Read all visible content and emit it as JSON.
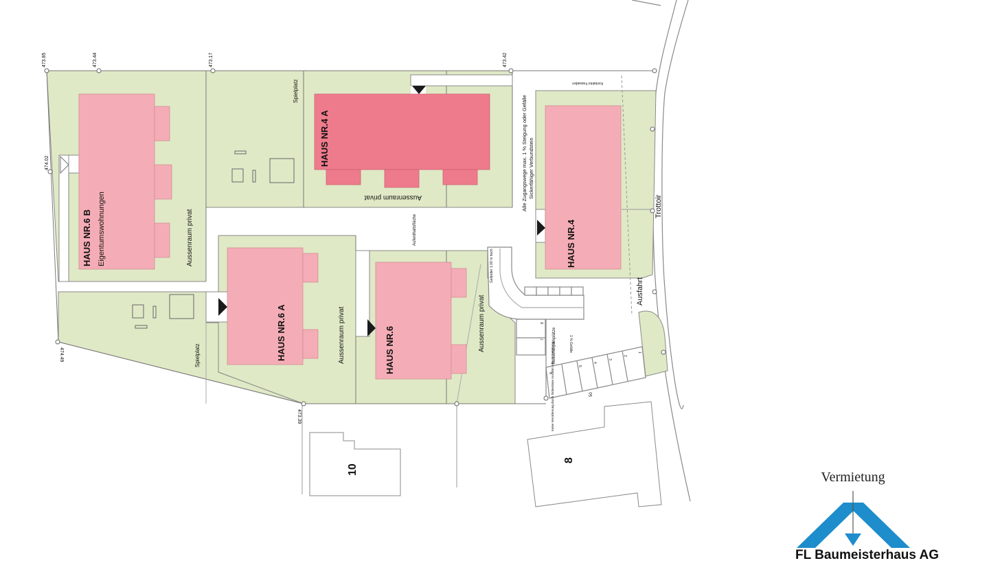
{
  "plan": {
    "colors": {
      "garden": "#dfe9c6",
      "building": "#f4adb6",
      "building_highlight": "#ee7b8c",
      "line": "#777777",
      "road": "#ffffff",
      "logo_blue": "#1e8dcb"
    },
    "buildings": [
      {
        "id": "haus-6b",
        "label": "HAUS NR.6  B",
        "sublabel": "Eigentumswohnungen"
      },
      {
        "id": "haus-4a",
        "label": "HAUS NR.4 A",
        "highlighted": true
      },
      {
        "id": "haus-4",
        "label": "HAUS  NR.4"
      },
      {
        "id": "haus-6a",
        "label": "HAUS NR.6 A"
      },
      {
        "id": "haus-6",
        "label": "HAUS  NR.6"
      }
    ],
    "neighbors": [
      {
        "id": "nr-10",
        "label": "10"
      },
      {
        "id": "nr-8",
        "label": "8"
      }
    ],
    "area_labels": {
      "aussenraum_6b": "Aussenraum privat",
      "aussenraum_4a": "Aussenraum privat",
      "aussenraum_6a": "Aussenraum privat",
      "aussenraum_6": "Aussenraum privat",
      "spielplatz_top": "Spielplatz",
      "spielplatz_bottom": "Spielplatz",
      "aufenthaltsflaeche": "Aufenthaltsfläche",
      "trottoir": "Trottoir",
      "ausfahrt": "Ausfahrt",
      "besucherparkplaetze": "Besucherparkplätze",
      "gefaelle": "1 % Gefälle",
      "gelaender": "Geländer 1.00 m hoch",
      "kontaktor": "Kontaktor Fassaden",
      "access_note_1": "Alle Zugangswege max. 1 % Steigung oder Gefälle",
      "access_note_2": "Sickerfähiger Verbundstein",
      "drainage_note": "Keine Versickerung durch Sickerrinne Ausfahrt oder Sickerleitung",
      "dim_50": "50"
    },
    "elevations": [
      {
        "id": "e1",
        "value": "473.85"
      },
      {
        "id": "e2",
        "value": "473.44"
      },
      {
        "id": "e3",
        "value": "473.17"
      },
      {
        "id": "e4",
        "value": "473.42"
      },
      {
        "id": "e5",
        "value": "474.02"
      },
      {
        "id": "e6",
        "value": "474.49"
      },
      {
        "id": "e7",
        "value": "473.39"
      }
    ],
    "parking_numbers": [
      "1",
      "2",
      "3",
      "4",
      "5",
      "6",
      "7",
      "8"
    ]
  },
  "logo": {
    "title": "Vermietung",
    "company": "FL Baumeisterhaus AG"
  }
}
